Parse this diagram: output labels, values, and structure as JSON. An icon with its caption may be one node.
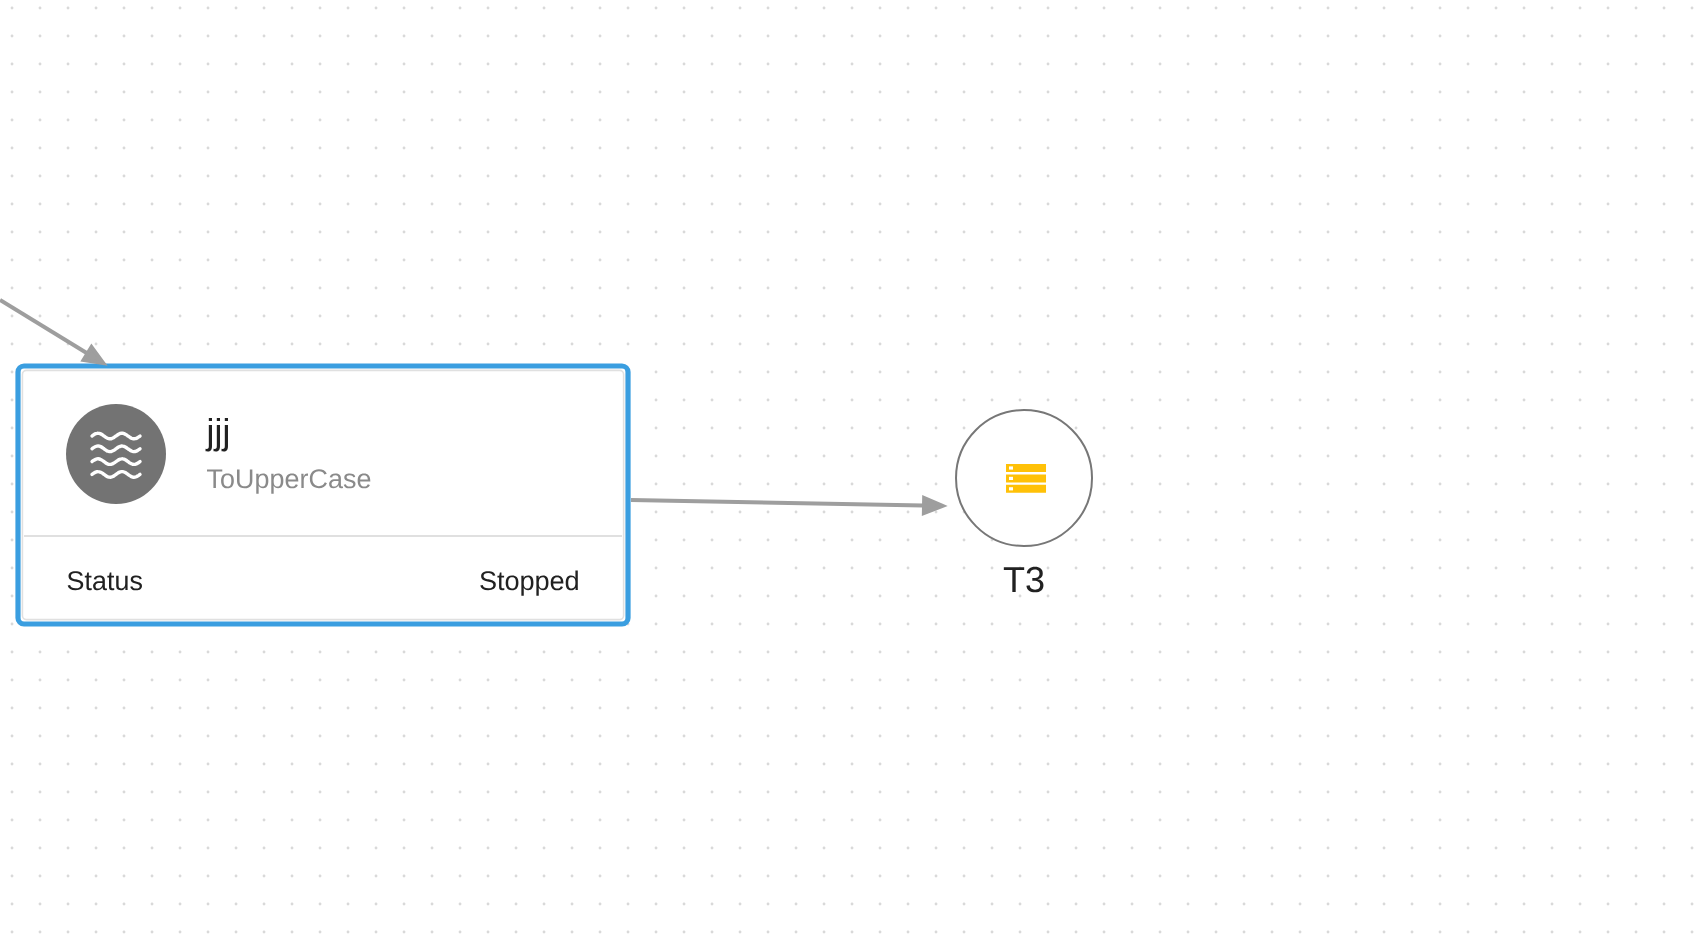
{
  "diagram": {
    "nodes": [
      {
        "text": [
          "jjj",
          "ToUpperCase",
          "Status",
          "Stopped"
        ]
      },
      {
        "text": [
          "T3"
        ]
      }
    ],
    "edges": [
      {
        "from": null,
        "to": 0,
        "arrow": "to"
      },
      {
        "from": 0,
        "to": 1,
        "arrow": "to"
      }
    ]
  }
}
